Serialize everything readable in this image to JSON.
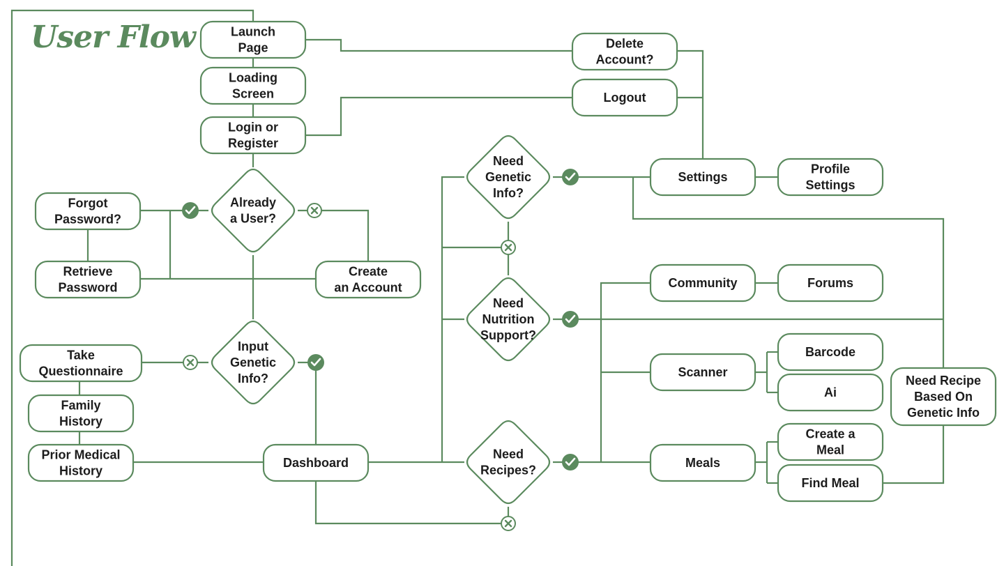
{
  "title": "User Flow",
  "colors": {
    "accent": "#5b8a5e",
    "text": "#1c1c1c",
    "background": "#ffffff"
  },
  "nodes": {
    "launch_page": [
      "Launch",
      "Page"
    ],
    "loading_screen": [
      "Loading",
      "Screen"
    ],
    "login_register": [
      "Login or",
      "Register"
    ],
    "already_user": [
      "Already",
      "a User?"
    ],
    "forgot_password": [
      "Forgot",
      "Password?"
    ],
    "retrieve_password": [
      "Retrieve",
      "Password"
    ],
    "create_account": [
      "Create",
      "an Account"
    ],
    "input_genetic": [
      "Input",
      "Genetic",
      "Info?"
    ],
    "take_questionnaire": [
      "Take",
      "Questionnaire"
    ],
    "family_history": [
      "Family",
      "History"
    ],
    "prior_medical": [
      "Prior Medical",
      "History"
    ],
    "dashboard": [
      "Dashboard"
    ],
    "need_genetic": [
      "Need",
      "Genetic",
      "Info?"
    ],
    "need_nutrition": [
      "Need",
      "Nutrition",
      "Support?"
    ],
    "need_recipes": [
      "Need",
      "Recipes?"
    ],
    "delete_account": [
      "Delete",
      "Account?"
    ],
    "logout": [
      "Logout"
    ],
    "settings": [
      "Settings"
    ],
    "profile_settings": [
      "Profile",
      "Settings"
    ],
    "community": [
      "Community"
    ],
    "forums": [
      "Forums"
    ],
    "scanner": [
      "Scanner"
    ],
    "barcode": [
      "Barcode"
    ],
    "ai": [
      "Ai"
    ],
    "meals": [
      "Meals"
    ],
    "create_meal": [
      "Create a",
      "Meal"
    ],
    "find_meal": [
      "Find Meal"
    ],
    "need_recipe_genetic": [
      "Need Recipe",
      "Based On",
      "Genetic Info"
    ]
  },
  "markers": {
    "yes_icon": "check-circle",
    "no_icon": "x-circle"
  }
}
